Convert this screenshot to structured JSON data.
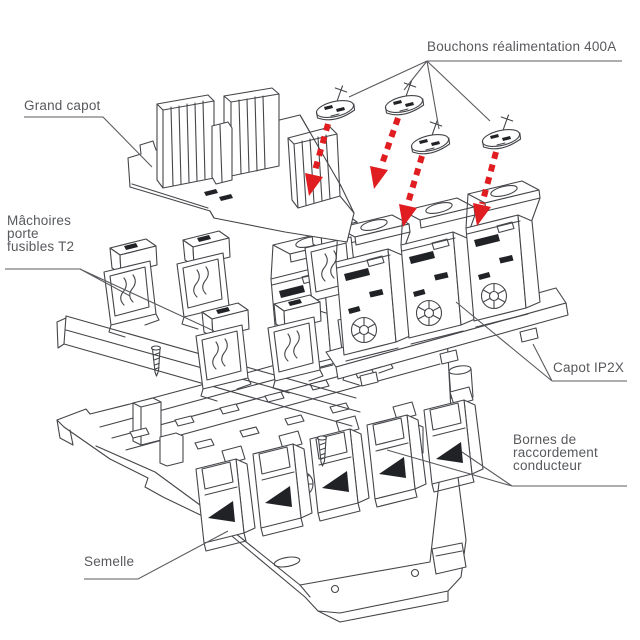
{
  "figure": {
    "kind": "exploded-assembly-technical-diagram",
    "labels": {
      "bouchons": "Bouchons réalimentation 400A",
      "grand_capot": "Grand capot",
      "machoires": "Mâchoires\nporte\nfusibles T2",
      "capot_ip2x": "Capot IP2X",
      "bornes": "Bornes de\nraccordement\nconducteur",
      "semelle": "Semelle"
    },
    "colors": {
      "line": "#44464a",
      "label_text": "#57595d",
      "arrow_red": "#e01d20",
      "dark_fill": "#202226"
    }
  }
}
